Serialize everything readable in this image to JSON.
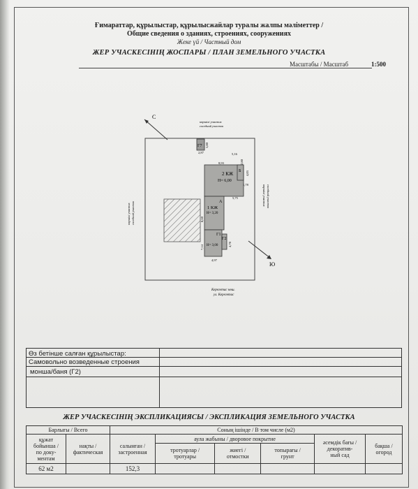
{
  "header": {
    "line1": "Ғимараттар, құрылыстар, құрылысжайлар туралы жалпы мәліметтер /",
    "line2": "Общие сведения о зданиях, строениях, сооружениях",
    "line3": "Жеке үй / Частный дом",
    "plan_title": "ЖЕР УЧАСКЕСІНІҢ ЖОСПАРЫ / ПЛАН ЗЕМЕЛЬНОГО УЧАСТКА",
    "scale_label": "Масштабы / Масштаб",
    "scale_value": "1:500"
  },
  "plan": {
    "north": "С",
    "south": "Ю",
    "neighbor_top_1": "көршілі участок",
    "neighbor_top_2": "соседний участок",
    "neighbor_left_1": "көршілі участок",
    "neighbor_left_2": "соседний участок",
    "neighbor_right_1": "көршілі участок",
    "neighbor_right_2": "соседний участок",
    "street_1": "Керегетас көш.",
    "street_2": "ул. Керегетас",
    "g7": "Г7",
    "g7_w": "2,87",
    "g7_h": "5,80",
    "b_label": "2 КЖ",
    "b_h": "Н= 6,00",
    "b_letter": "Б",
    "b_top": "8,93",
    "b_right_top": "5,16",
    "b_r1": "2,80",
    "b_r2": "4,03",
    "b_r3": "1,78",
    "b_bottom_left": "4,85",
    "b_bottom_right": "5,75",
    "a_letter": "А",
    "a_label": "1 КЖ",
    "a_h": "Н= 3,20",
    "a_side": "8,60",
    "g1": "Г1",
    "g2": "Г2",
    "g1_h": "Н= 3,00",
    "g1_side": "7,14",
    "g2_side": "4,78",
    "g1_bottom": "4,97"
  },
  "notes": {
    "title_kz": "Өз бетінше салған құрылыстар:",
    "title_ru": "Самовольно возведенные строения",
    "item": "моншa/баня (Г2)"
  },
  "explication": {
    "title": "ЖЕР УЧАСКЕСІНІҢ ЭКСПЛИКАЦИЯСЫ / ЭКСПЛИКАЦИЯ ЗЕМЕЛЬНОГО УЧАСТКА",
    "total": "Барлығы / Всего",
    "incl": "Соның ішінде / В том числе (м2)",
    "doc_1": "құжат",
    "doc_2": "бойынша /",
    "doc_3": "по доку-",
    "doc_4": "ментам",
    "fact_1": "нақты /",
    "fact_2": "фактическая",
    "built_1": "салынған /",
    "built_2": "застроенная",
    "yard": "аула жабыны / дворовое покрытие",
    "sidewalk_1": "тротуарлар /",
    "sidewalk_2": "тротуары",
    "marks_1": "жиегі /",
    "marks_2": "отмостки",
    "soil_1": "топырағы /",
    "soil_2": "грунт",
    "garden_1": "әсемдік бағы /",
    "garden_2": "декоратив-",
    "garden_3": "ный сад",
    "veg_1": "бақша /",
    "veg_2": "огород",
    "doc_value": "62 м2",
    "built_value": "152,3"
  }
}
